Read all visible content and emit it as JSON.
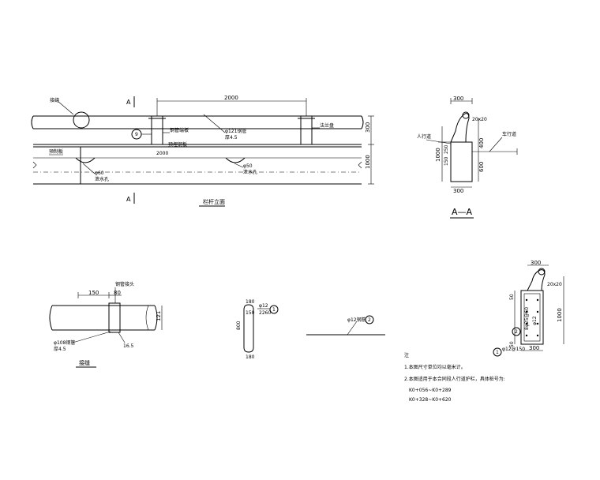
{
  "elevation": {
    "title": "栏杆立面",
    "section_mark_left": "A",
    "dim_span": "2000",
    "dim_right_top": "300",
    "dim_right_bottom": "1000",
    "label_joint": "接缝",
    "label_pipe": "φ121钢管",
    "label_thickness": "厚4.5",
    "label_post_top": "钢管端板",
    "label_post_right": "法兰盘",
    "label_base": "预埋钢板",
    "label_slab": "预制板",
    "label_hole_left": "φ60",
    "label_hole_right": "φ50",
    "label_hole_left_sub": "泄水孔",
    "label_hole_right_sub": "泄水孔",
    "label_mid_dim": "2000",
    "callout_number": "9"
  },
  "section_aa": {
    "title": "A—A",
    "dim_top": "300",
    "dim_tube": "20x20",
    "dim_400": "400",
    "dim_600": "600",
    "dim_1000": "1000",
    "dim_250": "250",
    "dim_150": "150",
    "dim_bottom": "300",
    "label_left": "人行道",
    "label_right": "车行道"
  },
  "joint_detail": {
    "title": "接缝",
    "dim_150": "150",
    "dim_80": "80",
    "dim_height": "121",
    "label_top": "钢管接头",
    "label_sleeve": "φ108钢管",
    "label_thickness": "厚4.5",
    "label_gap": "16.5"
  },
  "rebar1": {
    "dim_top": "180",
    "dim_150": "150",
    "dim_side": "800",
    "dim_bottom": "180",
    "label_bar": "φ12",
    "label_len": "2260",
    "number": "1"
  },
  "rebar2": {
    "label_bar": "φ12钢筋",
    "number": "2"
  },
  "reinforcement": {
    "dim_top": "300",
    "dim_tube": "20x20",
    "dim_50_top": "50",
    "dim_mid": "8φ25@60",
    "dim_1000": "1000",
    "dim_right": "φ12",
    "dim_50_bot": "50",
    "dim_bottom": "φ12@150",
    "dim_bottom_width": "300",
    "circle1": "1",
    "circle2": "2"
  },
  "notes": {
    "heading": "注",
    "line1": "1.本图尺寸单位均以毫米计。",
    "line2": "2.本图适用于本合同段人行道护栏，具体桩号为:",
    "line3": "K0+056~K0+289",
    "line4": "K0+328~K0+620"
  }
}
